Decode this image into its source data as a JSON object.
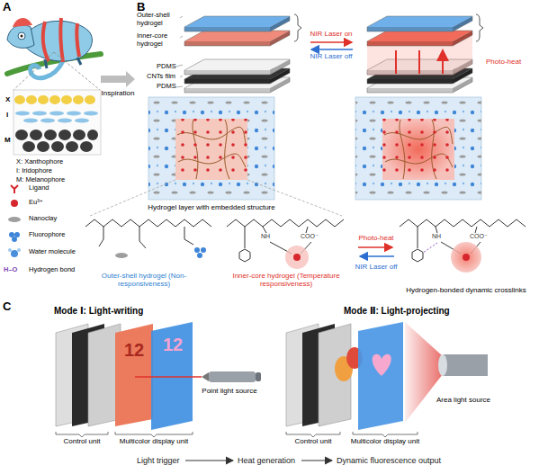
{
  "diagram": {
    "nodes": [
      {
        "text": [
          "Light trigger"
        ]
      },
      {
        "text": [
          "Heat generation"
        ]
      },
      {
        "text": [
          "Dynamic fluorescence output"
        ]
      }
    ],
    "edges": [
      {
        "from": 0,
        "to": 1,
        "arrow": "to"
      },
      {
        "from": 1,
        "to": 2,
        "arrow": "to"
      }
    ],
    "labels": [
      "A",
      "X",
      "I",
      "M",
      "X: Xanthophore",
      "I: Iridophore",
      "M: Melanophore",
      "Inspiration",
      "B",
      "Outer-shell hydrogel",
      "Inner-core hydrogel",
      "PDMS",
      "CNTs film",
      "PDMS",
      "NIR Laser on",
      "NIR Laser off",
      "Photo-heat",
      "Hydrogel layer with embedded structure",
      "Outer-shell hydrogel (Non-responsiveness)",
      "Inner-core hydrogel (Temperature responsiveness)",
      "Photo-heat",
      "NIR Laser off",
      "Hydrogen-bonded dynamic crosslinks",
      "H–O",
      "C",
      "Mode Ⅰ: Light-writing",
      "Mode Ⅱ: Light-projecting",
      "12",
      "12",
      "Point light source",
      "Area light source",
      "Control unit",
      "Multicolor display unit",
      "Control unit",
      "Multicolor display unit",
      "NH",
      "COO⁻",
      "NH",
      "COO⁻"
    ],
    "legend": [
      {
        "text": "Ligand"
      },
      {
        "text": "Eu³⁺",
        "color": "#d7262e"
      },
      {
        "text": "Nanoclay"
      },
      {
        "text": "Fluorophore"
      },
      {
        "text": "Water molecule"
      },
      {
        "text": "Hydrogen bond"
      }
    ]
  }
}
